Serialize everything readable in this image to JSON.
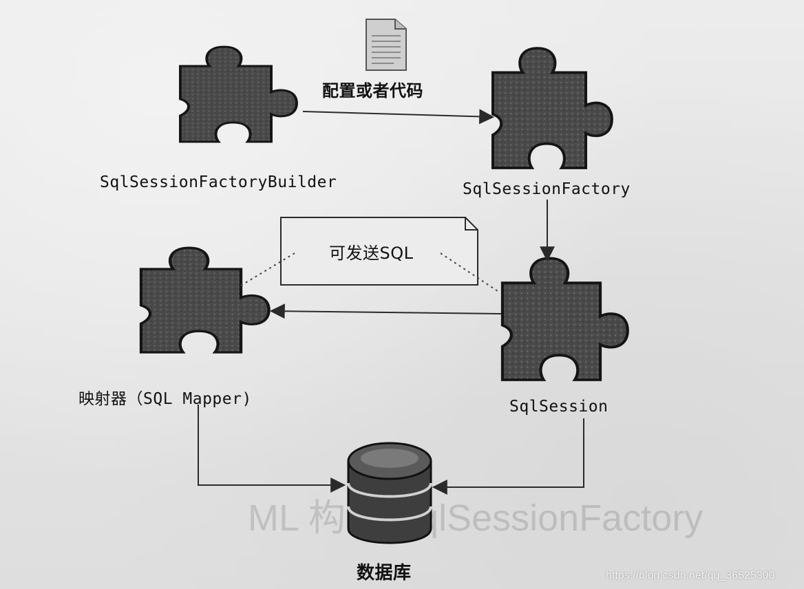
{
  "config": {
    "label": "配置或者代码",
    "icon": "document-icon"
  },
  "nodes": {
    "builder": {
      "label": "SqlSessionFactoryBuilder",
      "icon": "puzzle-piece-icon"
    },
    "factory": {
      "label": "SqlSessionFactory",
      "icon": "puzzle-piece-icon"
    },
    "session": {
      "label": "SqlSession",
      "icon": "puzzle-piece-icon"
    },
    "mapper": {
      "label": "映射器（SQL Mapper)",
      "icon": "puzzle-piece-icon"
    },
    "database": {
      "label": "数据库",
      "icon": "database-icon"
    }
  },
  "note": {
    "label": "可发送SQL"
  },
  "background_text": "ML 构建 SqlSessionFactory",
  "watermark": "https://blog.csdn.net/qq_36525300",
  "colors": {
    "puzzle_fill": "#4a4a4a",
    "puzzle_stroke": "#151515",
    "line": "#2a2a2a",
    "paper": "#e6e6e6"
  }
}
